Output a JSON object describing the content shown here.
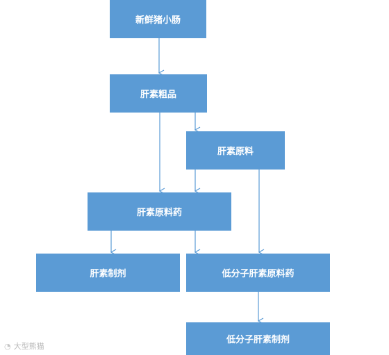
{
  "nodes": {
    "fresh_intestine": "新鲜猪小肠",
    "heparin_crude": "肝素粗品",
    "heparin_raw": "肝素原料",
    "heparin_raw_drug": "肝素原料药",
    "heparin_preparation": "肝素制剂",
    "lmw_heparin_raw_drug": "低分子肝素原料药",
    "lmw_heparin_preparation": "低分子肝素制剂"
  },
  "colors": {
    "node_fill": "#5b9bd5",
    "node_text": "#ffffff",
    "arrow": "#5b9bd5"
  },
  "watermark": {
    "text": "大型熊猫"
  }
}
